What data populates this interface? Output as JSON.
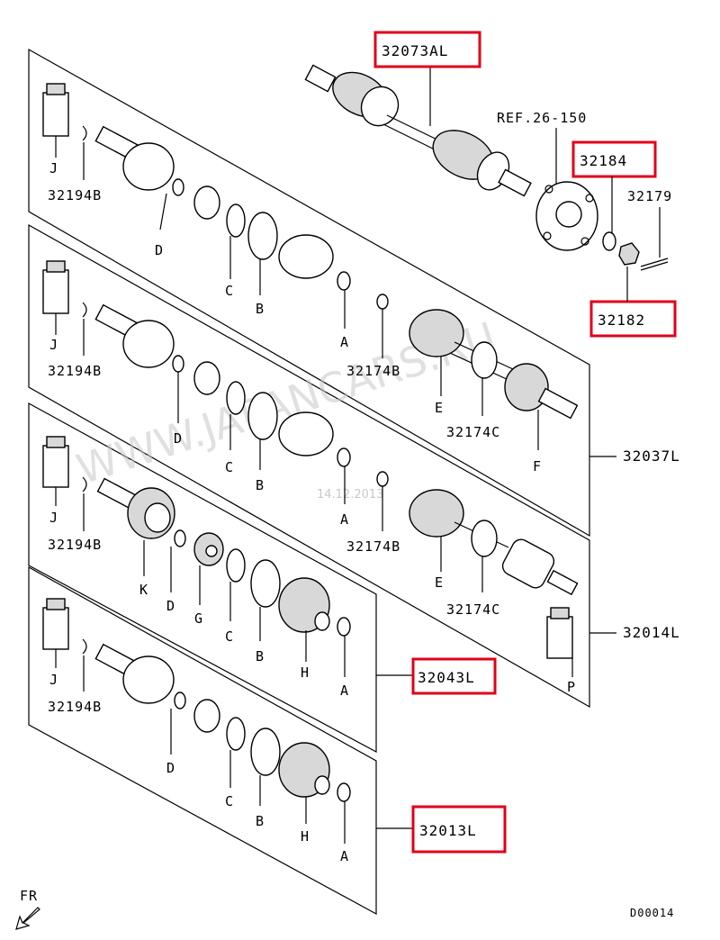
{
  "callouts": {
    "p32073AL": "32073AL",
    "ref": "REF.26-150",
    "p32184": "32184",
    "p32179": "32179",
    "p32182": "32182",
    "p32037L": "32037L",
    "p32014L": "32014L",
    "p32043L": "32043L",
    "p32013L": "32013L"
  },
  "parts": {
    "J": "J",
    "p32194B": "32194B",
    "D": "D",
    "C": "C",
    "B": "B",
    "A": "A",
    "p32174B": "32174B",
    "E": "E",
    "p32174C": "32174C",
    "F": "F",
    "K": "K",
    "G": "G",
    "H": "H",
    "P": "P"
  },
  "watermark": "WWW.JAPANCARS.RU",
  "watermark_date": "14.12.2013",
  "orientation": "FR",
  "diagram_code": "D00014",
  "highlight_color": "#e0001a"
}
